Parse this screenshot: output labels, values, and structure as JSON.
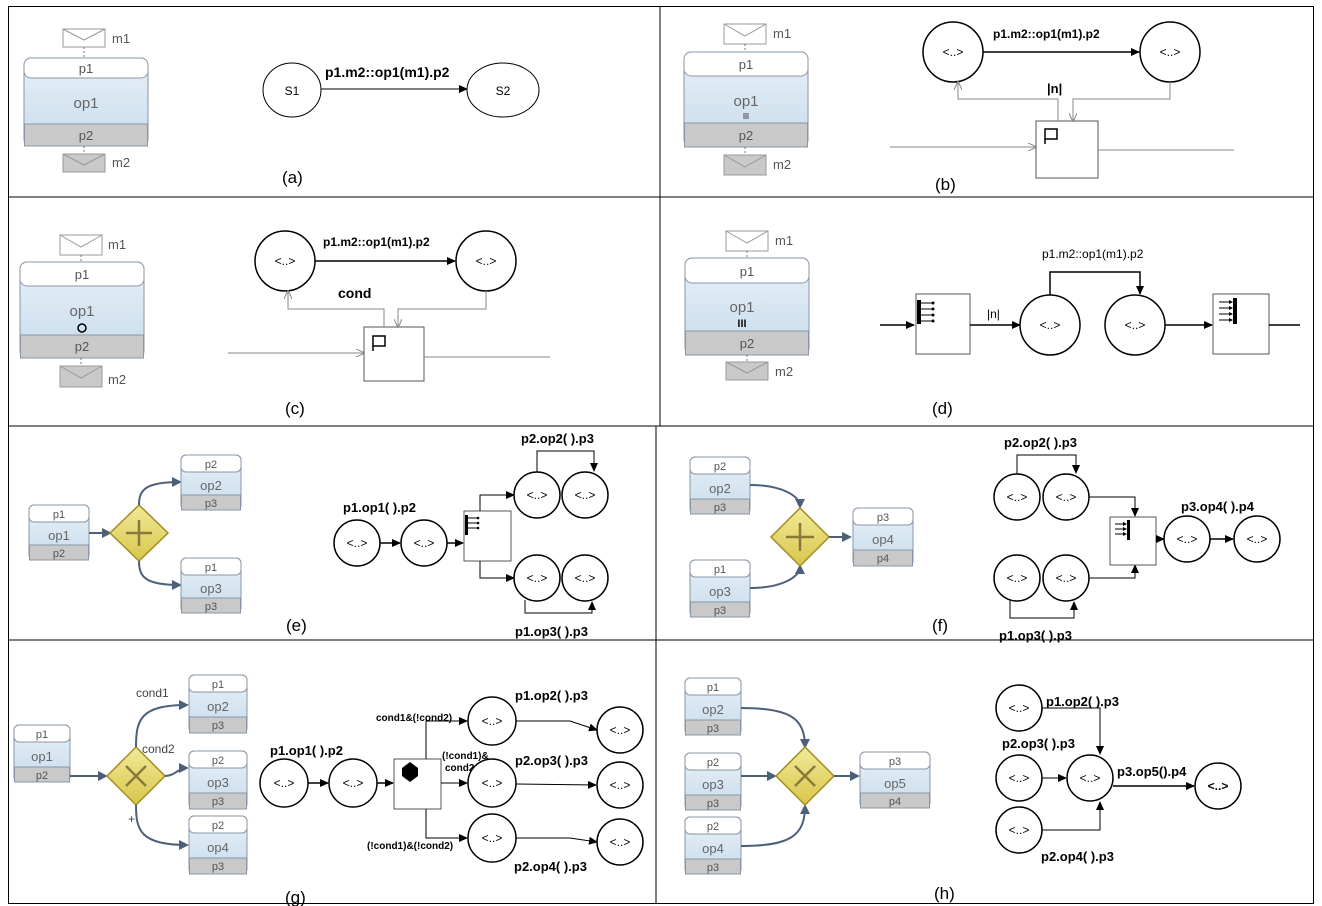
{
  "captions": {
    "a": "(a)",
    "b": "(b)",
    "c": "(c)",
    "d": "(d)",
    "e": "(e)",
    "f": "(f)",
    "g": "(g)",
    "h": "(h)"
  },
  "a": {
    "msg_in": "m1",
    "msg_out": "m2",
    "op": {
      "top": "p1",
      "mid": "op1",
      "bot": "p2"
    },
    "s1": "S1",
    "s2": "S2",
    "edge": "p1.m2::op1(m1).p2"
  },
  "b": {
    "msg_in": "m1",
    "msg_out": "m2",
    "op": {
      "top": "p1",
      "mid": "op1",
      "bot": "p2"
    },
    "marker": "≡",
    "n1": "<..>",
    "n2": "<..>",
    "edge": "p1.m2::op1(m1).p2",
    "loop": "|n|"
  },
  "c": {
    "msg_in": "m1",
    "msg_out": "m2",
    "op": {
      "top": "p1",
      "mid": "op1",
      "bot": "p2"
    },
    "n1": "<..>",
    "n2": "<..>",
    "edge": "p1.m2::op1(m1).p2",
    "loop": "cond"
  },
  "d": {
    "msg_in": "m1",
    "msg_out": "m2",
    "op": {
      "top": "p1",
      "mid": "op1",
      "bot": "p2"
    },
    "marker": "III",
    "n1": "<..>",
    "n2": "<..>",
    "edge": "p1.m2::op1(m1).p2",
    "loop": "|n|"
  },
  "e": {
    "src": {
      "top": "p1",
      "mid": "op1",
      "bot": "p2"
    },
    "up": {
      "top": "p2",
      "mid": "op2",
      "bot": "p3"
    },
    "down": {
      "top": "p1",
      "mid": "op3",
      "bot": "p3"
    },
    "n": "<..>",
    "lbl_main": "p1.op1( ).p2",
    "lbl_top": "p2.op2( ).p3",
    "lbl_bot": "p1.op3( ).p3"
  },
  "f": {
    "up": {
      "top": "p2",
      "mid": "op2",
      "bot": "p3"
    },
    "down": {
      "top": "p1",
      "mid": "op3",
      "bot": "p3"
    },
    "dst": {
      "top": "p3",
      "mid": "op4",
      "bot": "p4"
    },
    "n": "<..>",
    "lbl_top": "p2.op2( ).p3",
    "lbl_bot": "p1.op3( ).p3",
    "lbl_out": "p3.op4( ).p4"
  },
  "g": {
    "src": {
      "top": "p1",
      "mid": "op1",
      "bot": "p2"
    },
    "o1": {
      "top": "p1",
      "mid": "op2",
      "bot": "p3"
    },
    "o2": {
      "top": "p2",
      "mid": "op3",
      "bot": "p3"
    },
    "o3": {
      "top": "p2",
      "mid": "op4",
      "bot": "p3"
    },
    "cond1": "cond1",
    "cond2": "cond2",
    "default": "+",
    "n": "<..>",
    "lbl_main": "p1.op1( ).p2",
    "lbl_b1": "p1.op2( ).p3",
    "lbl_b2": "p2.op3( ).p3",
    "lbl_b3": "p2.op4( ).p3",
    "g1": "cond1&(!cond2)",
    "g2a": "(!cond1)&",
    "g2b": "cond2",
    "g3": "(!cond1)&(!cond2)"
  },
  "h": {
    "i1": {
      "top": "p1",
      "mid": "op2",
      "bot": "p3"
    },
    "i2": {
      "top": "p2",
      "mid": "op3",
      "bot": "p3"
    },
    "i3": {
      "top": "p2",
      "mid": "op4",
      "bot": "p3"
    },
    "dst": {
      "top": "p3",
      "mid": "op5",
      "bot": "p4"
    },
    "n": "<..>",
    "lbl_1": "p1.op2( ).p3",
    "lbl_2": "p2.op3( ).p3",
    "lbl_3": "p2.op4( ).p3",
    "lbl_out": "p3.op5().p4"
  }
}
